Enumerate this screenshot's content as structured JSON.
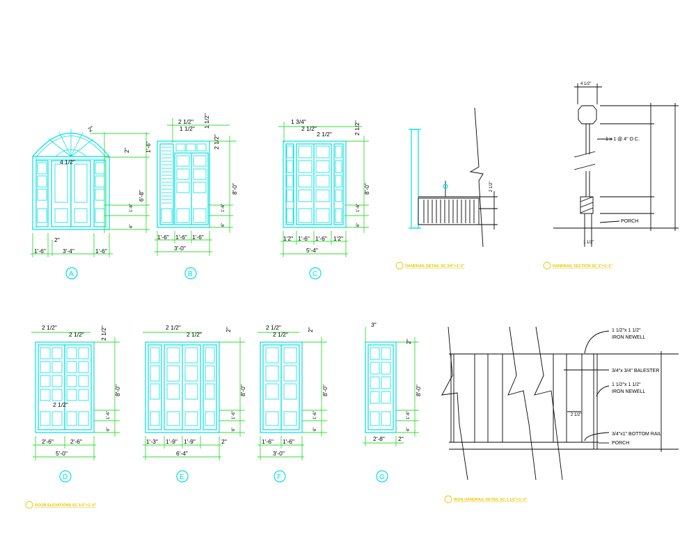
{
  "colors": {
    "linework": "#00e0e0",
    "dimensions": "#33dd33",
    "notes": "#000000",
    "titles": "#e6c800",
    "background": "#ffffff"
  },
  "elevations": {
    "A": {
      "tag": "A",
      "dims": {
        "w1": "1'-6\"",
        "w2": "3'-4\"",
        "w3": "1'-6\"",
        "arch": "1'-6\"",
        "ht": "6'-8\"",
        "a": "4 1/2\"",
        "b": "2\"",
        "c": "2\"",
        "d": "1'-6\"",
        "e": "6\"",
        "f": "2\""
      }
    },
    "B": {
      "tag": "B",
      "dims": {
        "w1": "1'-6\"",
        "w2": "1'-6\"",
        "w3": "1'-6\"",
        "total": "3'-0\"",
        "ht": "8'-0\"",
        "a": "2 1/2\"",
        "b": "1 1/2\"",
        "c": "1 1/2\"",
        "d": "2 1/2\"",
        "e": "1'-6\"",
        "f": "6\""
      }
    },
    "C": {
      "tag": "C",
      "dims": {
        "w1": "1'2\"",
        "w2": "1'-6\"",
        "w3": "1'-6\"",
        "w4": "1'2\"",
        "total": "5'-4\"",
        "ht": "8'-0\"",
        "a": "1 3/4\"",
        "b": "2 1/2\"",
        "c": "2 1/2\"",
        "d": "2 1/2\"",
        "e": "1'-6\"",
        "f": "6\""
      }
    },
    "D": {
      "tag": "D",
      "dims": {
        "w1": "2'-6\"",
        "w2": "2'-6\"",
        "total": "5'-0\"",
        "ht": "8'-0\"",
        "a": "2 1/2\"",
        "b": "2 1/2\"",
        "c": "2 1/2\"",
        "d": "2 1/2\"",
        "e": "1'-6\"",
        "f": "6\""
      }
    },
    "E": {
      "tag": "E",
      "dims": {
        "w1": "1'-3\"",
        "w2": "1'-9\"",
        "w3": "1'-9\"",
        "w4": "2\"",
        "total": "6'-4\"",
        "ht": "8'-0\"",
        "a": "2 1/2\"",
        "b": "2 1/2\"",
        "c": "2\"",
        "d": "1'-6\"",
        "e": "6\""
      }
    },
    "F": {
      "tag": "F",
      "dims": {
        "w1": "1'-6\"",
        "w2": "1'-6\"",
        "total": "3'-0\"",
        "ht": "8'-0\"",
        "a": "2 1/2\"",
        "b": "2 1/2\"",
        "c": "2\"",
        "d": "1'-6\"",
        "e": "6\""
      }
    },
    "G": {
      "tag": "G",
      "dims": {
        "w1": "2'-8\"",
        "w2": "2\"",
        "ht": "8'-0\"",
        "a": "3\"",
        "b": "2\"",
        "c": "1'-6\"",
        "d": "6\""
      }
    }
  },
  "details": {
    "handrail_section": {
      "dim_top": "4 1/2\"",
      "note_spacing": "1 x 1 @ 4\" O.C.",
      "porch": "PORCH",
      "dim_bottom": "1 1/2\""
    },
    "handrail_detail": {
      "ht": "2 1/2\""
    },
    "iron_handrail": {
      "notes": [
        "1 1/2\"x 1 1/2\"",
        "IRON NEWELL",
        "3/4\"x 3/4\" BALESTER",
        "1 1/2\"x 1 1/2\"",
        "IRON NEWELL",
        "3/4\"x1\" BOTTOM RAIL",
        "PORCH"
      ]
    }
  },
  "titles": {
    "door_elevations": "DOOR ELEVATIONS  SC 1/2\"=1'-0\"",
    "handrail_detail": "HANDRAIL DETAIL  SC 3/4\"=1'-0\"",
    "handrail_section": "HANDRAIL SECTION  SC 3\"=1'-0\"",
    "iron_handrail": "IRON HANDRAIL DETAIL  SC 1 1/2\"=1'-0\""
  }
}
